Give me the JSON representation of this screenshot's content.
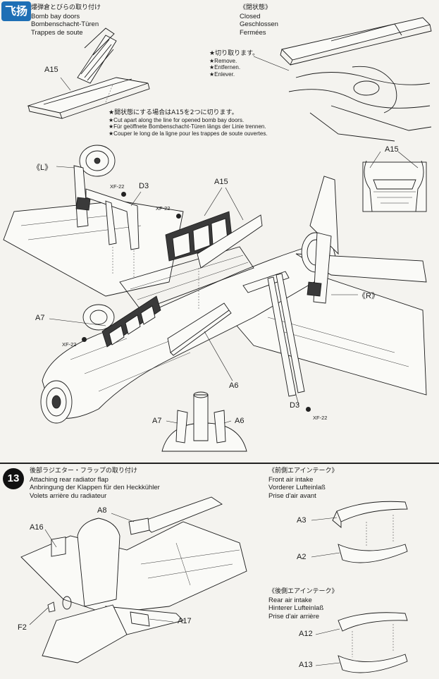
{
  "watermark": "飞扬",
  "bomb_bay": {
    "title_jp": "爆弾倉とびらの取り付け",
    "title_en": "Bomb bay doors",
    "title_de": "Bombenschacht-Türen",
    "title_fr": "Trappes de soute"
  },
  "closed": {
    "title_jp": "《閉状態》",
    "title_en": "Closed",
    "title_de": "Geschlossen",
    "title_fr": "Fermées",
    "remove_jp": "★切り取ります。",
    "remove_en": "★Remove.",
    "remove_de": "★Entfernen.",
    "remove_fr": "★Enlever."
  },
  "cut_note": {
    "jp": "★開状態にする場合はA15を2つに切ります。",
    "en": "★Cut apart along the line for opened bomb bay doors.",
    "de": "★Für geöffnete Bombenschacht-Türen längs der Linie trennen.",
    "fr": "★Couper le long de la ligne pour les trappes de soute ouvertes."
  },
  "labels": {
    "a15_top": "A15",
    "a15_right": "A15",
    "a15_center": "A15",
    "left": "《L》",
    "right": "《R》",
    "d3_top": "D3",
    "d3_bottom": "D3",
    "a7_left": "A7",
    "a7_bottom": "A7",
    "a6_center": "A6",
    "a6_bottom": "A6",
    "xf22_1": "XF-22",
    "xf22_2": "XF-22",
    "xf22_3": "XF-22",
    "xf22_4": "XF-22"
  },
  "step13": {
    "number": "13",
    "title_jp": "後部ラジエター・フラップの取り付け",
    "title_en": "Attaching rear radiator flap",
    "title_de": "Anbringung der Klappen für den Heckkühler",
    "title_fr": "Volets arrière du radiateur",
    "a8": "A8",
    "a16": "A16",
    "a17": "A17",
    "f2": "F2"
  },
  "front_intake": {
    "title_jp": "《前側エアインテーク》",
    "title_en": "Front air intake",
    "title_de": "Vorderer Lufteinlaß",
    "title_fr": "Prise d'air avant",
    "a3": "A3",
    "a2": "A2"
  },
  "rear_intake": {
    "title_jp": "《後側エアインテーク》",
    "title_en": "Rear air intake",
    "title_de": "Hinterer Lufteinlaß",
    "title_fr": "Prise d'air arrière",
    "a12": "A12",
    "a13": "A13"
  }
}
